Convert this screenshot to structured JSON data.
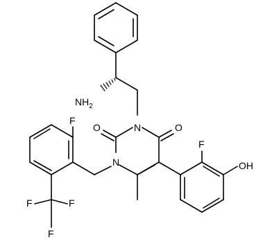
{
  "structure": {
    "atom_labels": {
      "amine": "NH",
      "amine_subscript": "2",
      "n3": "N",
      "n1": "N",
      "o2": "O",
      "o4": "O",
      "f_benzyl": "F",
      "f_cf3_left": "F",
      "f_cf3_right": "F",
      "f_cf3_bottom": "F",
      "f_hydroxyphenyl": "F",
      "hydroxyl": "OH"
    }
  }
}
